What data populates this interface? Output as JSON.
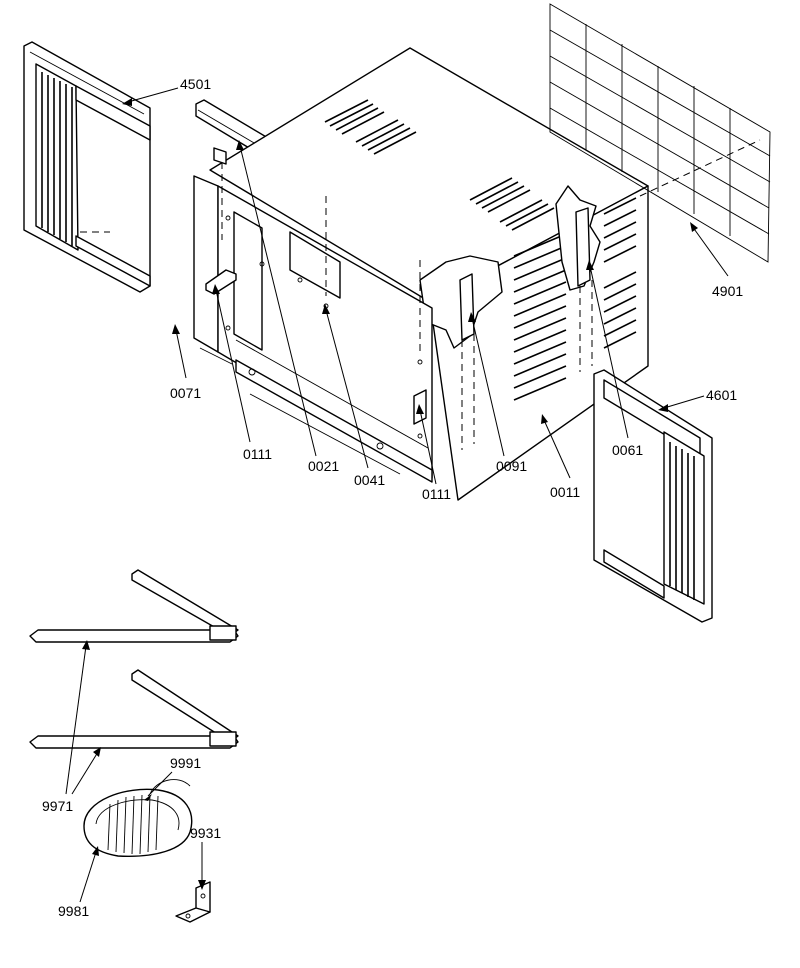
{
  "callouts": {
    "p4501": "4501",
    "p4901": "4901",
    "p4601": "4601",
    "p0071": "0071",
    "p0111a": "0111",
    "p0021": "0021",
    "p0041": "0041",
    "p0111b": "0111",
    "p0091": "0091",
    "p0011": "0011",
    "p0061": "0061",
    "p9971": "9971",
    "p9991": "9991",
    "p9931": "9931",
    "p9981": "9981"
  }
}
